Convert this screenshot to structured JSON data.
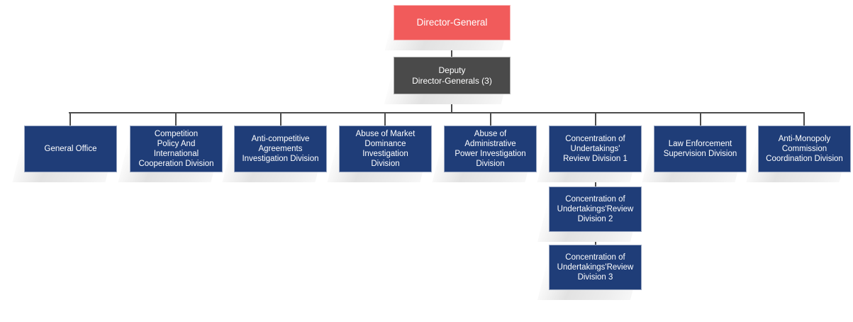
{
  "chart_data": {
    "type": "diagram",
    "title": "Organizational Structure Chart",
    "orientation": "top-down tree",
    "levels": 3,
    "node_count": 11
  },
  "colors": {
    "root": "#F15B5B",
    "deputy": "#4A4A4A",
    "division": "#1F3D78",
    "connector": "#4D4D4D",
    "text": "#FFFFFF",
    "background": "#FFFFFF",
    "shadow": "#E2E2E2"
  },
  "root": {
    "label": "Director-General"
  },
  "deputy": {
    "label": "Deputy\nDirector-Generals (3)"
  },
  "divisions": [
    {
      "label": "General  Office"
    },
    {
      "label": "Competition\nPolicy And\nInternational\nCooperation Division"
    },
    {
      "label": "Anti-competitive\nAgreements\nInvestigation Division"
    },
    {
      "label": "Abuse of Market\nDominance\nInvestigation\nDivision"
    },
    {
      "label": "Abuse of\nAdministrative\nPower Investigation\nDivision"
    },
    {
      "label": "Concentration of\nUndertakings'\nReview Division 1"
    },
    {
      "label": "Law Enforcement\nSupervision Division"
    },
    {
      "label": "Anti-Monopoly\nCommission\nCoordination Division"
    }
  ],
  "sub_divisions": [
    {
      "label": "Concentration of\nUndertakings'Review\nDivision 2"
    },
    {
      "label": "Concentration of\nUndertakings'Review\nDivision 3"
    }
  ]
}
